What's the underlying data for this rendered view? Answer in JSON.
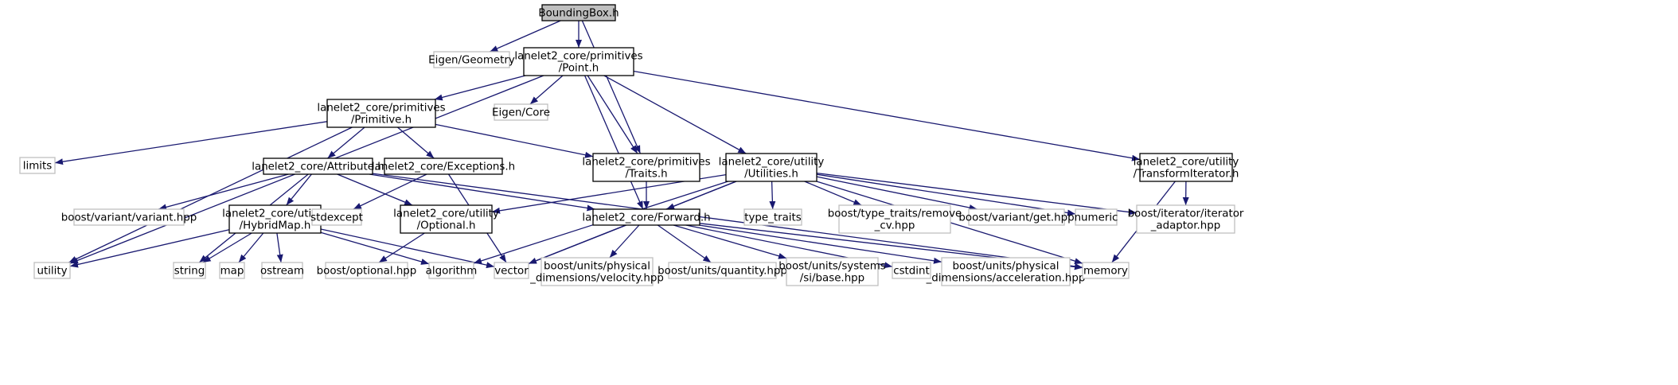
{
  "nodes": [
    {
      "id": "bbox",
      "lines": [
        "BoundingBox.h"
      ],
      "kind": "root"
    },
    {
      "id": "eigen_geometry",
      "lines": [
        "Eigen/Geometry"
      ],
      "kind": "external"
    },
    {
      "id": "point",
      "lines": [
        "lanelet2_core/primitives",
        "/Point.h"
      ],
      "kind": "internal"
    },
    {
      "id": "primitive",
      "lines": [
        "lanelet2_core/primitives",
        "/Primitive.h"
      ],
      "kind": "internal"
    },
    {
      "id": "eigen_core",
      "lines": [
        "Eigen/Core"
      ],
      "kind": "external"
    },
    {
      "id": "limits",
      "lines": [
        "limits"
      ],
      "kind": "external"
    },
    {
      "id": "attribute",
      "lines": [
        "lanelet2_core/Attribute.h"
      ],
      "kind": "internal"
    },
    {
      "id": "exceptions",
      "lines": [
        "lanelet2_core/Exceptions.h"
      ],
      "kind": "internal"
    },
    {
      "id": "traits",
      "lines": [
        "lanelet2_core/primitives",
        "/Traits.h"
      ],
      "kind": "internal"
    },
    {
      "id": "utilities",
      "lines": [
        "lanelet2_core/utility",
        "/Utilities.h"
      ],
      "kind": "internal"
    },
    {
      "id": "transform_iterator",
      "lines": [
        "lanelet2_core/utility",
        "/TransformIterator.h"
      ],
      "kind": "internal"
    },
    {
      "id": "variant",
      "lines": [
        "boost/variant/variant.hpp"
      ],
      "kind": "external"
    },
    {
      "id": "hybridmap",
      "lines": [
        "lanelet2_core/utility",
        "/HybridMap.h"
      ],
      "kind": "internal"
    },
    {
      "id": "stdexcept",
      "lines": [
        "stdexcept"
      ],
      "kind": "external"
    },
    {
      "id": "optional",
      "lines": [
        "lanelet2_core/utility",
        "/Optional.h"
      ],
      "kind": "internal"
    },
    {
      "id": "forward",
      "lines": [
        "lanelet2_core/Forward.h"
      ],
      "kind": "internal"
    },
    {
      "id": "type_traits",
      "lines": [
        "type_traits"
      ],
      "kind": "external"
    },
    {
      "id": "remove_cv",
      "lines": [
        "boost/type_traits/remove",
        "_cv.hpp"
      ],
      "kind": "external"
    },
    {
      "id": "variant_get",
      "lines": [
        "boost/variant/get.hpp"
      ],
      "kind": "external"
    },
    {
      "id": "numeric",
      "lines": [
        "numeric"
      ],
      "kind": "external"
    },
    {
      "id": "iterator_adaptor",
      "lines": [
        "boost/iterator/iterator",
        "_adaptor.hpp"
      ],
      "kind": "external"
    },
    {
      "id": "utility",
      "lines": [
        "utility"
      ],
      "kind": "external"
    },
    {
      "id": "string",
      "lines": [
        "string"
      ],
      "kind": "external"
    },
    {
      "id": "map",
      "lines": [
        "map"
      ],
      "kind": "external"
    },
    {
      "id": "ostream",
      "lines": [
        "ostream"
      ],
      "kind": "external"
    },
    {
      "id": "boost_optional",
      "lines": [
        "boost/optional.hpp"
      ],
      "kind": "external"
    },
    {
      "id": "algorithm",
      "lines": [
        "algorithm"
      ],
      "kind": "external"
    },
    {
      "id": "vector",
      "lines": [
        "vector"
      ],
      "kind": "external"
    },
    {
      "id": "velocity",
      "lines": [
        "boost/units/physical",
        "_dimensions/velocity.hpp"
      ],
      "kind": "external"
    },
    {
      "id": "quantity",
      "lines": [
        "boost/units/quantity.hpp"
      ],
      "kind": "external"
    },
    {
      "id": "si_base",
      "lines": [
        "boost/units/systems",
        "/si/base.hpp"
      ],
      "kind": "external"
    },
    {
      "id": "cstdint",
      "lines": [
        "cstdint"
      ],
      "kind": "external"
    },
    {
      "id": "acceleration",
      "lines": [
        "boost/units/physical",
        "_dimensions/acceleration.hpp"
      ],
      "kind": "external"
    },
    {
      "id": "memory",
      "lines": [
        "memory"
      ],
      "kind": "external"
    }
  ],
  "edges": [
    [
      "bbox",
      "eigen_geometry"
    ],
    [
      "bbox",
      "point"
    ],
    [
      "bbox",
      "traits"
    ],
    [
      "point",
      "primitive"
    ],
    [
      "point",
      "eigen_core"
    ],
    [
      "point",
      "utility"
    ],
    [
      "point",
      "traits"
    ],
    [
      "point",
      "forward"
    ],
    [
      "point",
      "utilities"
    ],
    [
      "point",
      "transform_iterator"
    ],
    [
      "primitive",
      "limits"
    ],
    [
      "primitive",
      "attribute"
    ],
    [
      "primitive",
      "exceptions"
    ],
    [
      "primitive",
      "traits"
    ],
    [
      "primitive",
      "utility"
    ],
    [
      "attribute",
      "variant"
    ],
    [
      "attribute",
      "hybridmap"
    ],
    [
      "attribute",
      "optional"
    ],
    [
      "attribute",
      "forward"
    ],
    [
      "attribute",
      "string"
    ],
    [
      "attribute",
      "memory"
    ],
    [
      "exceptions",
      "stdexcept"
    ],
    [
      "exceptions",
      "vector"
    ],
    [
      "traits",
      "forward"
    ],
    [
      "utilities",
      "optional"
    ],
    [
      "utilities",
      "forward"
    ],
    [
      "utilities",
      "type_traits"
    ],
    [
      "utilities",
      "remove_cv"
    ],
    [
      "utilities",
      "variant_get"
    ],
    [
      "utilities",
      "numeric"
    ],
    [
      "utilities",
      "iterator_adaptor"
    ],
    [
      "utilities",
      "algorithm"
    ],
    [
      "utilities",
      "vector"
    ],
    [
      "utilities",
      "memory"
    ],
    [
      "transform_iterator",
      "iterator_adaptor"
    ],
    [
      "transform_iterator",
      "memory"
    ],
    [
      "hybridmap",
      "utility"
    ],
    [
      "hybridmap",
      "string"
    ],
    [
      "hybridmap",
      "map"
    ],
    [
      "hybridmap",
      "ostream"
    ],
    [
      "hybridmap",
      "algorithm"
    ],
    [
      "hybridmap",
      "vector"
    ],
    [
      "optional",
      "boost_optional"
    ],
    [
      "forward",
      "vector"
    ],
    [
      "forward",
      "velocity"
    ],
    [
      "forward",
      "quantity"
    ],
    [
      "forward",
      "si_base"
    ],
    [
      "forward",
      "cstdint"
    ],
    [
      "forward",
      "acceleration"
    ],
    [
      "forward",
      "memory"
    ]
  ],
  "colors": {
    "edge": "#191970",
    "root_fill": "#bfbfbf",
    "internal_border": "#000000",
    "external_border": "#bfbfbf"
  }
}
